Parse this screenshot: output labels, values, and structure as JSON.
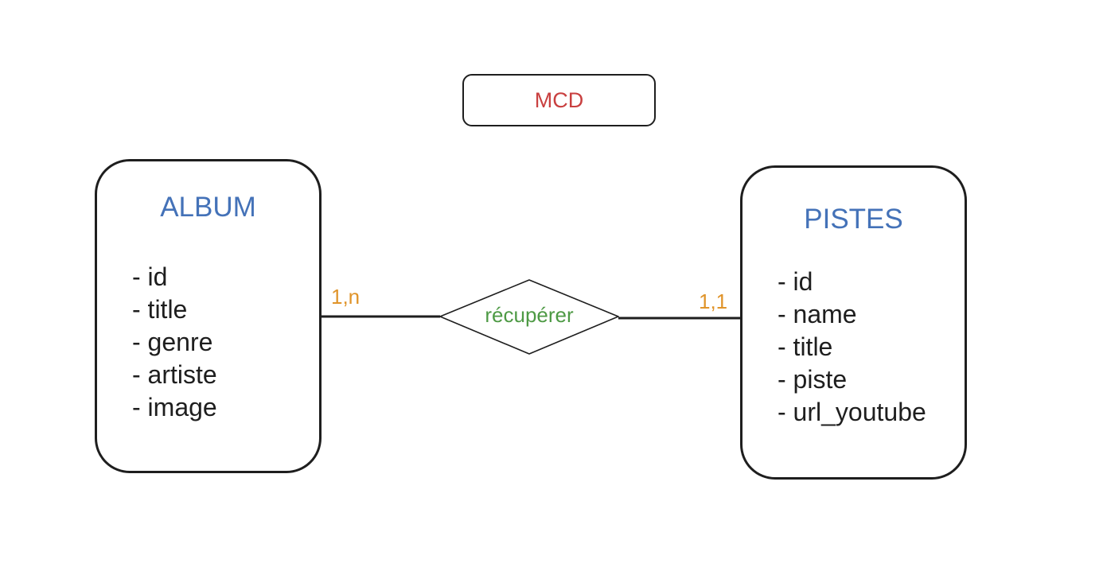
{
  "diagram": {
    "title": "MCD",
    "colors": {
      "title": "#c94040",
      "entity": "#4472b8",
      "relation": "#4e9a45",
      "cardinality": "#e0942a",
      "stroke": "#1e1e1e"
    },
    "entities": [
      {
        "name": "ALBUM",
        "attributes": [
          "id",
          "title",
          "genre",
          "artiste",
          "image"
        ]
      },
      {
        "name": "PISTES",
        "attributes": [
          "id",
          "name",
          "title",
          "piste",
          "url_youtube"
        ]
      }
    ],
    "relation": {
      "label": "récupérer",
      "cardinality_left": "1,n",
      "cardinality_right": "1,1"
    }
  }
}
